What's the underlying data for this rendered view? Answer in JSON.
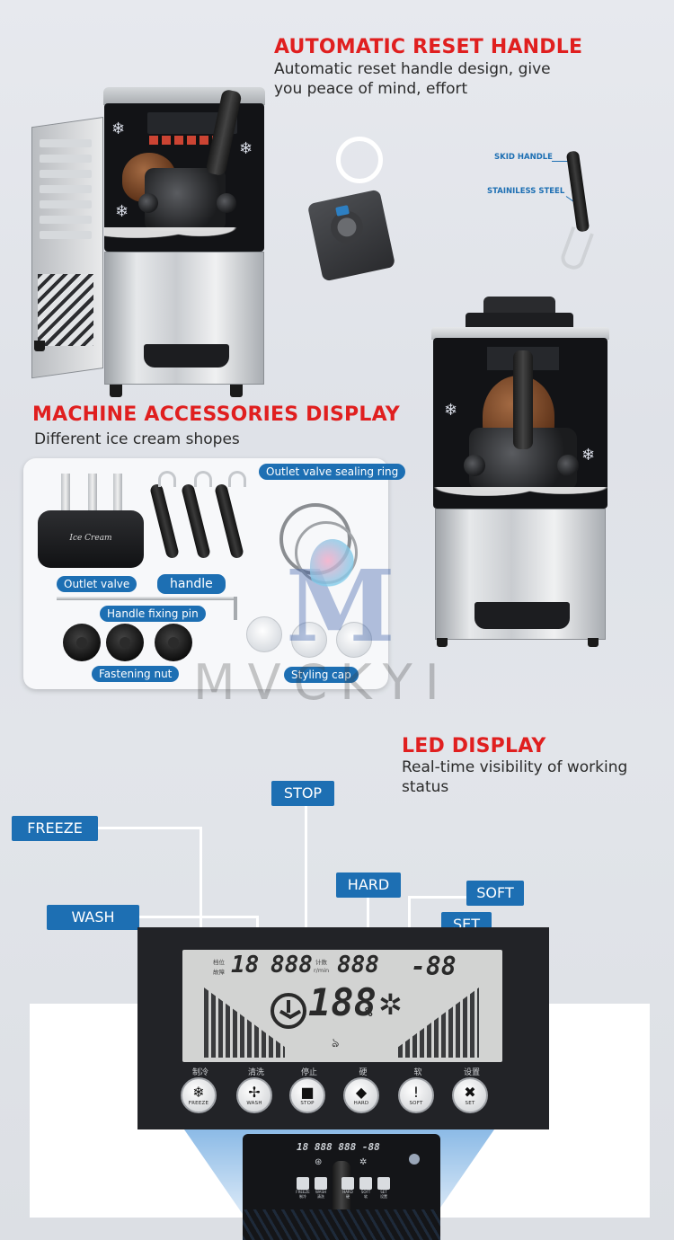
{
  "reset_handle": {
    "title": "AUTOMATIC RESET HANDLE",
    "subtitle_line1": "Automatic reset handle design, give",
    "subtitle_line2": "you peace of mind, effort",
    "callouts": {
      "skid": "SKID HANDLE",
      "steel": "STAINILESS STEEL"
    }
  },
  "accessories": {
    "title": "MACHINE ACCESSORIES DISPLAY",
    "subtitle": "Different ice cream shopes",
    "labels": {
      "outlet_valve": "Outlet valve",
      "handle": "handle",
      "sealing_ring": "Outlet valve sealing ring",
      "fixing_pin": "Handle fixing pin",
      "fastening_nut": "Fastening nut",
      "styling_cap": "Styling cap"
    },
    "valve_brand": "Ice Cream"
  },
  "watermark": {
    "letter": "M",
    "brand": "MVCKYI"
  },
  "led": {
    "title": "LED DISPLAY",
    "subtitle_line1": "Real-time visibility of working",
    "subtitle_line2": "status",
    "labels": {
      "freeze": "FREEZE",
      "wash": "WASH",
      "stop": "STOP",
      "hard": "HARD",
      "soft": "SOFT",
      "set": "SET"
    },
    "lcd": {
      "tag_a1": "档位",
      "tag_a2": "故障",
      "seg_a": "18",
      "seg_b": "888",
      "tag_b1": "计数",
      "tag_b2": "r/min",
      "seg_c": "888",
      "seg_d": "-88",
      "big": "188",
      "percent": "%"
    },
    "buttons": [
      {
        "zh": "制冷",
        "en": "FREEZE",
        "icon": "❄"
      },
      {
        "zh": "清洗",
        "en": "WASH",
        "icon": "✢"
      },
      {
        "zh": "停止",
        "en": "STOP",
        "icon": "■"
      },
      {
        "zh": "硬",
        "en": "HARD",
        "icon": "◆"
      },
      {
        "zh": "软",
        "en": "SOFT",
        "icon": "!"
      },
      {
        "zh": "设置",
        "en": "SET",
        "icon": "✖"
      }
    ],
    "mini": {
      "seg": "18 888  888 -88",
      "buttons": [
        {
          "en": "FREEZE",
          "zh": "制冷"
        },
        {
          "en": "WASH",
          "zh": "清洗"
        },
        {
          "en": "HARD",
          "zh": "硬"
        },
        {
          "en": "SOFT",
          "zh": "软"
        },
        {
          "en": "SET",
          "zh": "设置"
        }
      ]
    }
  },
  "colors": {
    "heading_red": "#e01f1f",
    "label_blue": "#1d6fb3",
    "panel_black": "#222327"
  }
}
